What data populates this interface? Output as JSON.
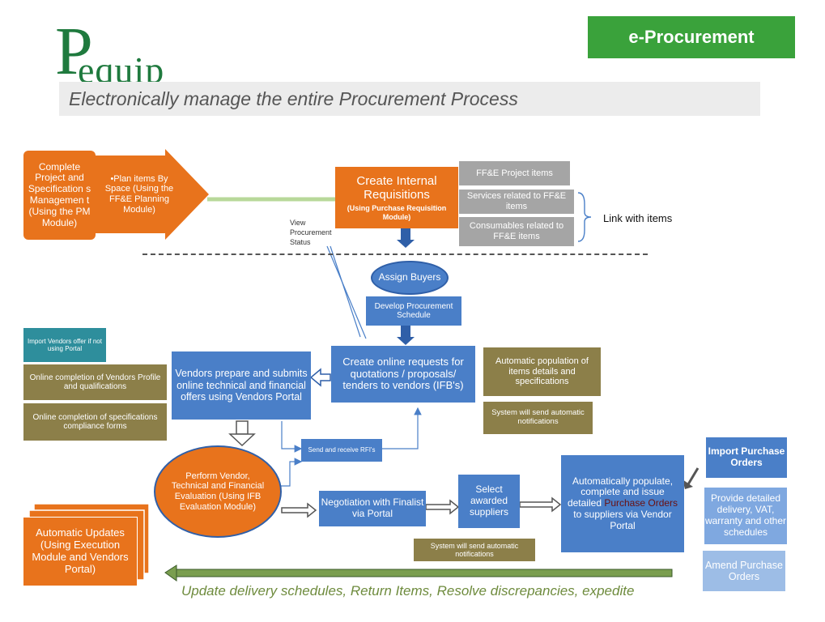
{
  "header": {
    "logo_text": "Pequip",
    "banner": "e-Procurement",
    "tagline": "Electronically manage the entire Procurement Process"
  },
  "nodes": {
    "complete_project": "Complete Project and Specification s Managemen t (Using the PM Module)",
    "plan_items": "•Plan items By Space (Using the FF&E Planning Module)",
    "create_requisitions_title": "Create Internal Requisitions",
    "create_requisitions_sub": "(Using Purchase Requisition Module)",
    "ffe_project_items": "FF&E Project items",
    "services_related": "Services related to FF&E items",
    "consumables_related": "Consumables related to FF&E items",
    "link_with_items": "Link with items",
    "view_status": "View Procurement Status",
    "assign_buyers": "Assign Buyers",
    "develop_schedule": "Develop Procurement Schedule",
    "create_online_requests": "Create online requests for quotations / proposals/ tenders to vendors (IFB's)",
    "automatic_population": "Automatic population of items details and specifications",
    "system_notify_1": "System will send automatic notifications",
    "vendors_prepare": "Vendors prepare and submits online technical and financial offers using Vendors Portal",
    "import_vendors": "Import Vendors offer if not using Portal",
    "online_vendor_profile": "Online completion  of  Vendors Profile and qualifications",
    "online_specs": "Online completion  of specifications compliance forms",
    "send_receive_rfi": "Send and receive RFI's",
    "perform_evaluation": "Perform Vendor, Technical and Financial Evaluation (Using IFB Evaluation Module)",
    "negotiation": "Negotiation with Finalist via Portal",
    "select_suppliers": "Select awarded suppliers",
    "auto_populate_po_1": "Automatically populate, complete  and issue detailed ",
    "auto_populate_po_highlight": "Purchase Orders",
    "auto_populate_po_2": " to suppliers via Vendor Portal",
    "system_notify_2": "System will send automatic notifications",
    "import_po": "Import Purchase Orders",
    "provide_detailed": "Provide detailed delivery, VAT, warranty and other schedules",
    "amend_po": "Amend Purchase Orders",
    "automatic_updates": "Automatic Updates (Using Execution Module and Vendors Portal)"
  },
  "footer_caption": "Update delivery schedules, Return Items, Resolve discrepancies, expedite",
  "colors": {
    "orange": "#e8731c",
    "blue": "#4a7fc8",
    "olive": "#8c7f49",
    "gray": "#a5a5a5",
    "green": "#3aa23b"
  }
}
